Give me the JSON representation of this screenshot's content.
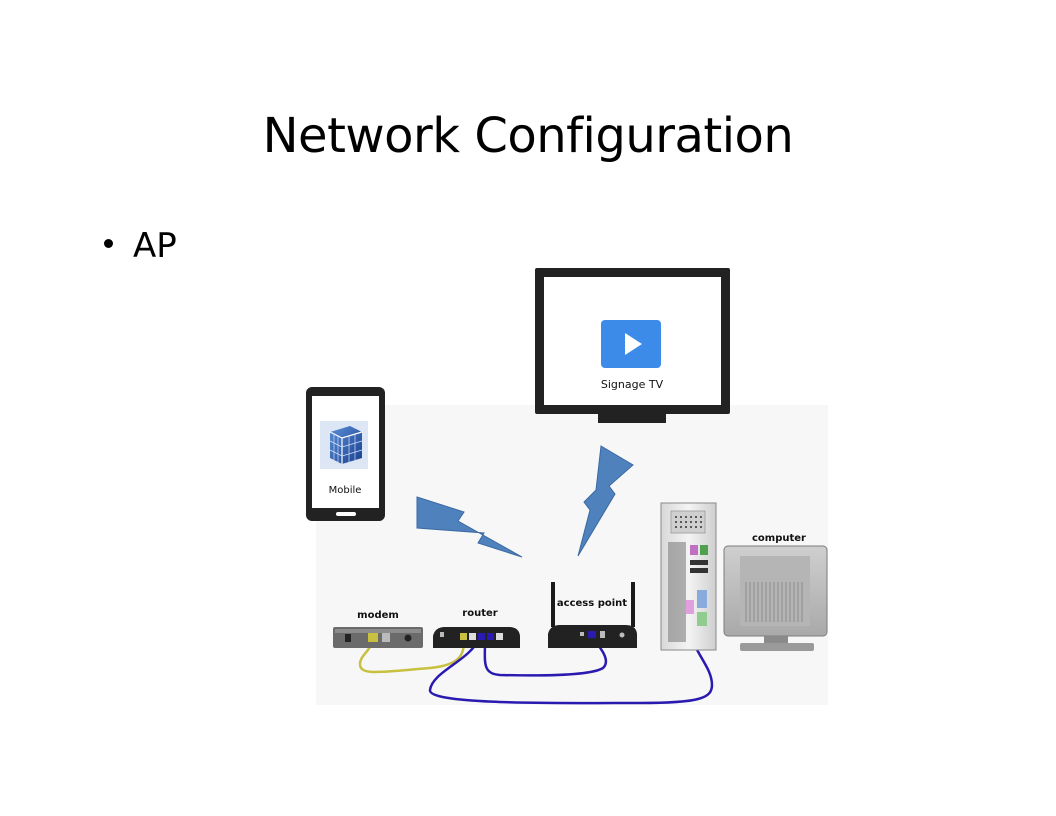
{
  "slide": {
    "title": "Network Configuration",
    "bullet": "AP"
  },
  "diagram": {
    "tv_label": "Signage TV",
    "mobile_label": "Mobile",
    "modem_label": "modem",
    "router_label": "router",
    "access_point_label": "access point",
    "computer_label": "computer"
  },
  "colors": {
    "lightning": "#4f81bd",
    "ethernet_cable": "#2a1ab0",
    "phone_cable": "#c8c040",
    "play_button": "#3d8be8"
  },
  "icons": [
    "play-icon",
    "cube-app-icon",
    "lightning-bolt-icon"
  ]
}
